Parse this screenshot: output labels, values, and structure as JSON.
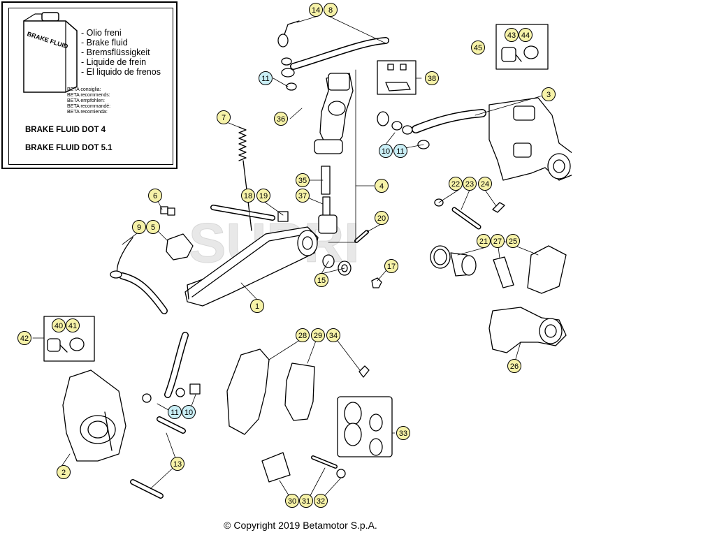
{
  "legend": {
    "can_label": "BRAKE FLUID",
    "fluid_names": [
      "- Olio freni",
      "- Brake fluid",
      "- Bremsflüssigkeit",
      "- Liquide de frein",
      "- El liquido de frenos"
    ],
    "recommends": [
      "BETA consiglia:",
      "BETA recommends:",
      "BETA empfohlen:",
      "BETA recommandé:",
      "BETA recomienda:"
    ],
    "dot4": "BRAKE FLUID DOT 4",
    "dot51": "BRAKE FLUID DOT 5.1"
  },
  "watermark": "SUPRI",
  "callouts_yellow": [
    "1",
    "2",
    "3",
    "4",
    "5",
    "6",
    "7",
    "8",
    "9",
    "13",
    "14",
    "15",
    "17",
    "18",
    "19",
    "20",
    "21",
    "22",
    "23",
    "24",
    "25",
    "26",
    "27",
    "28",
    "29",
    "30",
    "31",
    "32",
    "33",
    "34",
    "35",
    "36",
    "37",
    "38",
    "40",
    "41",
    "42",
    "43",
    "44",
    "45"
  ],
  "callouts_blue": [
    "10",
    "11"
  ],
  "copyright": "© Copyright 2019 Betamotor S.p.A.",
  "colors": {
    "yellow_callout": "#f6f2a8",
    "blue_callout": "#c9eef5",
    "stroke": "#000000"
  }
}
